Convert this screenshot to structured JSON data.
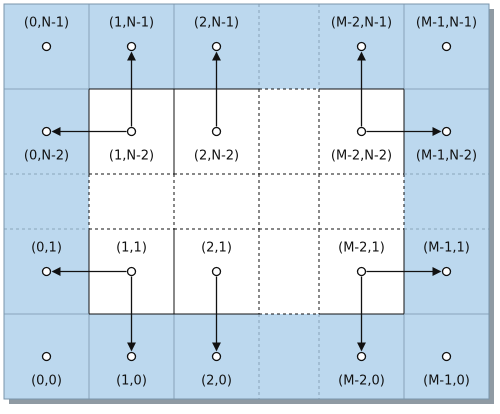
{
  "colors": {
    "boundary_fill": "#bcd8ee",
    "interior_fill": "#ffffff",
    "line": "#111111",
    "shadow": "#8f9aa3"
  },
  "columns": [
    "0",
    "1",
    "2",
    "...",
    "M-2",
    "M-1"
  ],
  "rows": [
    "N-1",
    "N-2",
    "...",
    "1",
    "0"
  ],
  "cells": [
    {
      "row": 0,
      "col": 0,
      "label": "(0,N-1)",
      "label_pos": "top",
      "boundary": true
    },
    {
      "row": 0,
      "col": 1,
      "label": "(1,N-1)",
      "label_pos": "top",
      "boundary": true
    },
    {
      "row": 0,
      "col": 2,
      "label": "(2,N-1)",
      "label_pos": "top",
      "boundary": true
    },
    {
      "row": 0,
      "col": 3,
      "label": "",
      "boundary": true,
      "gap": true
    },
    {
      "row": 0,
      "col": 4,
      "label": "(M-2,N-1)",
      "label_pos": "top",
      "boundary": true
    },
    {
      "row": 0,
      "col": 5,
      "label": "(M-1,N-1)",
      "label_pos": "top",
      "boundary": true
    },
    {
      "row": 1,
      "col": 0,
      "label": "(0,N-2)",
      "label_pos": "bottom",
      "boundary": true
    },
    {
      "row": 1,
      "col": 1,
      "label": "(1,N-2)",
      "label_pos": "bottom",
      "boundary": false,
      "arrow": "up"
    },
    {
      "row": 1,
      "col": 2,
      "label": "(2,N-2)",
      "label_pos": "bottom",
      "boundary": false,
      "arrow": "up"
    },
    {
      "row": 1,
      "col": 3,
      "label": "",
      "boundary": false,
      "gap": true
    },
    {
      "row": 1,
      "col": 4,
      "label": "(M-2,N-2)",
      "label_pos": "bottom",
      "boundary": false,
      "arrow": "up"
    },
    {
      "row": 1,
      "col": 5,
      "label": "(M-1,N-2)",
      "label_pos": "bottom",
      "boundary": true
    },
    {
      "row": 2,
      "col": 0,
      "label": "",
      "boundary": true,
      "gap": true
    },
    {
      "row": 2,
      "col": 1,
      "label": "",
      "boundary": false,
      "gap": true
    },
    {
      "row": 2,
      "col": 2,
      "label": "",
      "boundary": false,
      "gap": true
    },
    {
      "row": 2,
      "col": 3,
      "label": "",
      "boundary": false,
      "gap": true
    },
    {
      "row": 2,
      "col": 4,
      "label": "",
      "boundary": false,
      "gap": true
    },
    {
      "row": 2,
      "col": 5,
      "label": "",
      "boundary": true,
      "gap": true
    },
    {
      "row": 3,
      "col": 0,
      "label": "(0,1)",
      "label_pos": "top",
      "boundary": true
    },
    {
      "row": 3,
      "col": 1,
      "label": "(1,1)",
      "label_pos": "top",
      "boundary": false,
      "arrow": "down"
    },
    {
      "row": 3,
      "col": 2,
      "label": "(2,1)",
      "label_pos": "top",
      "boundary": false,
      "arrow": "down"
    },
    {
      "row": 3,
      "col": 3,
      "label": "",
      "boundary": false,
      "gap": true
    },
    {
      "row": 3,
      "col": 4,
      "label": "(M-2,1)",
      "label_pos": "top",
      "boundary": false,
      "arrow": "down"
    },
    {
      "row": 3,
      "col": 5,
      "label": "(M-1,1)",
      "label_pos": "top",
      "boundary": true
    },
    {
      "row": 4,
      "col": 0,
      "label": "(0,0)",
      "label_pos": "bottom",
      "boundary": true
    },
    {
      "row": 4,
      "col": 1,
      "label": "(1,0)",
      "label_pos": "bottom",
      "boundary": true
    },
    {
      "row": 4,
      "col": 2,
      "label": "(2,0)",
      "label_pos": "bottom",
      "boundary": true
    },
    {
      "row": 4,
      "col": 3,
      "label": "",
      "boundary": true,
      "gap": true
    },
    {
      "row": 4,
      "col": 4,
      "label": "(M-2,0)",
      "label_pos": "bottom",
      "boundary": true
    },
    {
      "row": 4,
      "col": 5,
      "label": "(M-1,0)",
      "label_pos": "bottom",
      "boundary": true
    }
  ],
  "arrows": [
    {
      "from": [
        1,
        1
      ],
      "to": [
        0,
        1
      ]
    },
    {
      "from": [
        1,
        2
      ],
      "to": [
        0,
        2
      ]
    },
    {
      "from": [
        1,
        4
      ],
      "to": [
        0,
        4
      ]
    },
    {
      "from": [
        1,
        1
      ],
      "to": [
        1,
        0
      ]
    },
    {
      "from": [
        1,
        4
      ],
      "to": [
        1,
        5
      ]
    },
    {
      "from": [
        3,
        1
      ],
      "to": [
        3,
        0
      ]
    },
    {
      "from": [
        3,
        4
      ],
      "to": [
        3,
        5
      ]
    },
    {
      "from": [
        3,
        1
      ],
      "to": [
        4,
        1
      ]
    },
    {
      "from": [
        3,
        2
      ],
      "to": [
        4,
        2
      ]
    },
    {
      "from": [
        3,
        4
      ],
      "to": [
        4,
        4
      ]
    }
  ]
}
